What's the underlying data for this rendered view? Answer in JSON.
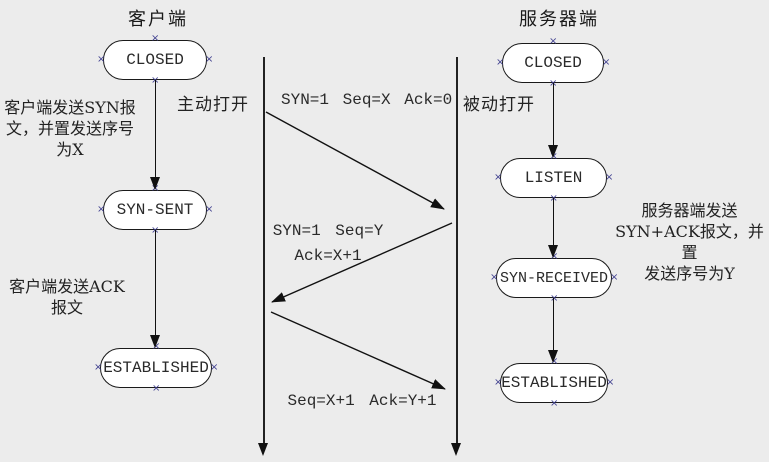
{
  "client": {
    "title": "客户端",
    "states": {
      "closed": "CLOSED",
      "syn_sent": "SYN-SENT",
      "established": "ESTABLISHED"
    },
    "open_label": "主动打开",
    "note_syn": "客户端发送SYN报\n文，并置发送序号\n为X",
    "note_ack": "客户端发送ACK\n报文"
  },
  "server": {
    "title": "服务器端",
    "states": {
      "closed": "CLOSED",
      "listen": "LISTEN",
      "syn_received": "SYN-RECEIVED",
      "established": "ESTABLISHED"
    },
    "open_label": "被动打开",
    "note_synack": "服务器端发送\nSYN+ACK报文，并置\n发送序号为Y"
  },
  "messages": {
    "syn": "SYN=1 Seq=X Ack=0",
    "synack": "SYN=1 Seq=Y\nAck=X+1",
    "ack": "Seq=X+1 Ack=Y+1"
  },
  "colors": {
    "background": "#ececec",
    "shape_fill": "#ffffff",
    "line": "#111111",
    "connection_marker": "#3f3f8f"
  }
}
